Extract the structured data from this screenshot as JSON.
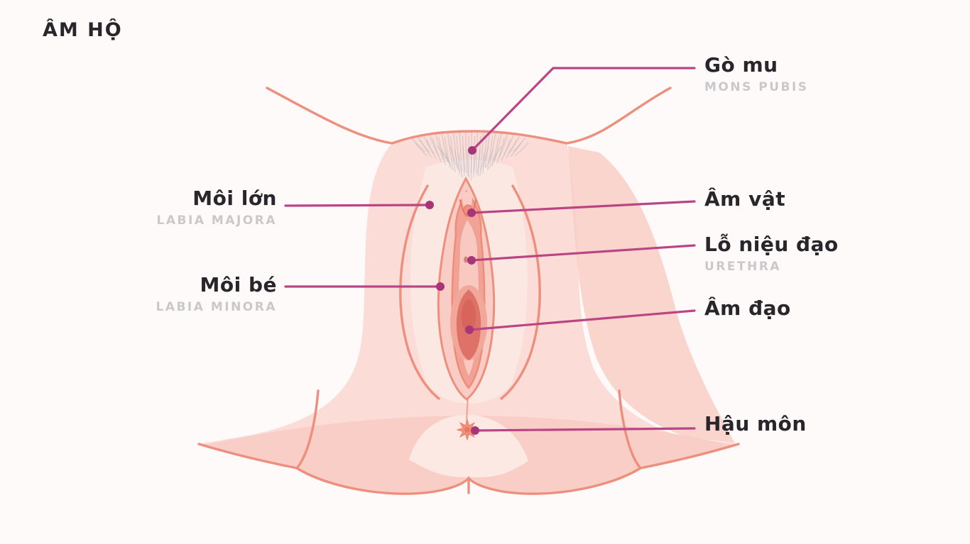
{
  "title": "ÂM HỘ",
  "labels": {
    "go_mu": {
      "vi": "Gò mu",
      "en": "MONS PUBIS"
    },
    "moi_lon": {
      "vi": "Môi lớn",
      "en": "LABIA MAJORA"
    },
    "moi_be": {
      "vi": "Môi bé",
      "en": "LABIA MINORA"
    },
    "am_vat": {
      "vi": "Âm vật"
    },
    "lo_nieu_dao": {
      "vi": "Lỗ niệu đạo",
      "en": "URETHRA"
    },
    "am_dao": {
      "vi": "Âm đạo"
    },
    "hau_mon": {
      "vi": "Hậu môn"
    }
  },
  "colors": {
    "accent": "#bb4485",
    "accent_dark": "#a93579",
    "ink": "#29262b",
    "muted": "#cac8cb",
    "skin": "#fbdcd6",
    "skin_light": "#fce8e3",
    "skin_shade": "#f8cec7",
    "outline": "#ee8f7d",
    "bg": "#fefaf9"
  }
}
